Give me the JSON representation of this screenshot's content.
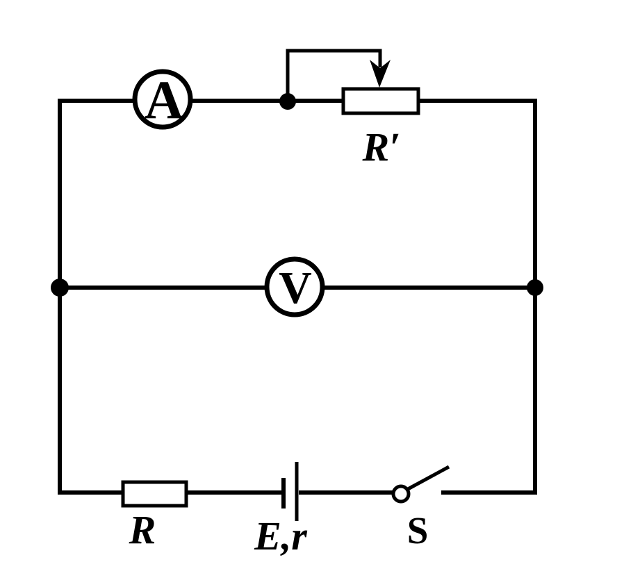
{
  "diagram": {
    "kind": "physics-circuit-diagram",
    "background_color": "#ffffff",
    "line_color": "#000000",
    "components": {
      "ammeter": {
        "label": "A"
      },
      "voltmeter": {
        "label": "V"
      },
      "rheostat": {
        "label": "R′"
      },
      "resistor": {
        "label": "R"
      },
      "battery": {
        "label": "E,r"
      },
      "switch": {
        "label": "S",
        "state": "open"
      }
    }
  }
}
